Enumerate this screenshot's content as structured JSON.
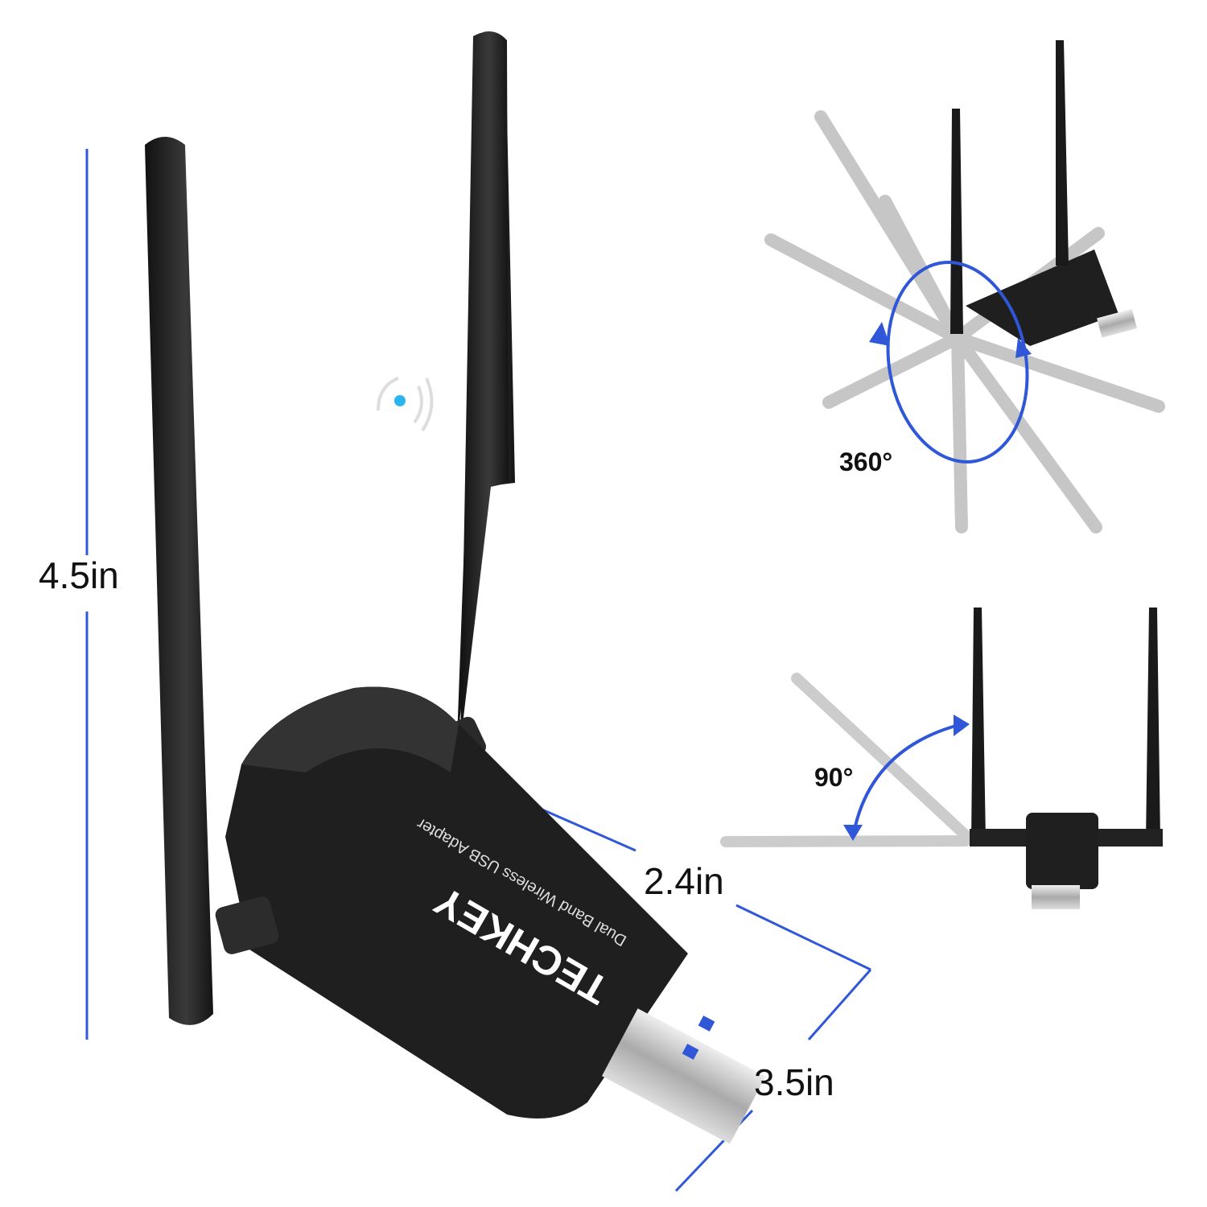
{
  "dimensions": {
    "height": "4.5in",
    "width": "2.4in",
    "length": "3.5in"
  },
  "angles": {
    "rotation": "360°",
    "tilt": "90°"
  },
  "device": {
    "brand": "TECHKEY",
    "description": "Dual Band Wireless USB Adapter"
  },
  "colors": {
    "accent": "#2f57d8",
    "device": "#1e1e1e",
    "ghost": "#bdbdbd",
    "led": "#2bb5f0"
  }
}
